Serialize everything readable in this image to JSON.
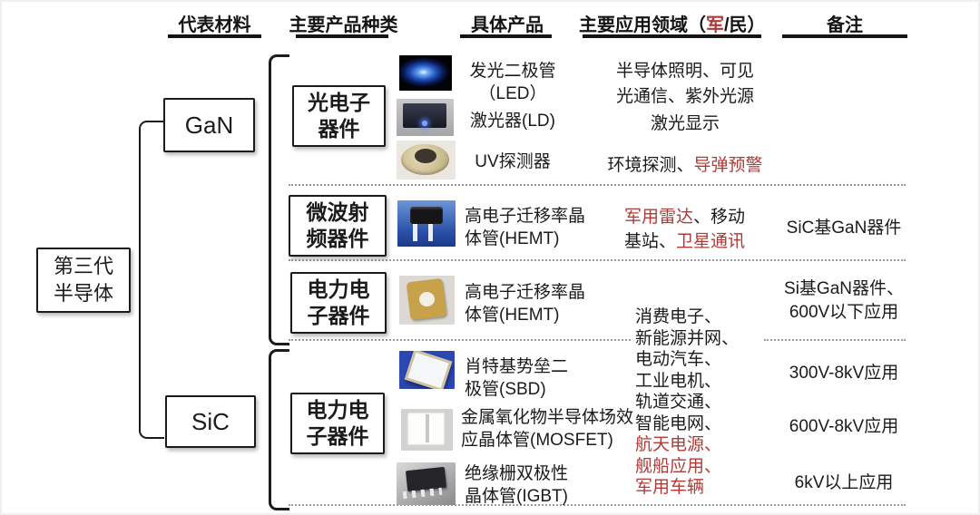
{
  "colors": {
    "military_red": "#b03a37",
    "text_black": "#1b1b1b",
    "dotted_line_gray": "#9a9a9a"
  },
  "header": {
    "material": "代表材料",
    "product_type": "主要产品种类",
    "product": "具体产品",
    "application_prefix": "主要应用领域（",
    "application_military": "军",
    "application_suffix": "/民）",
    "notes": "备注"
  },
  "root": {
    "line1": "第三代",
    "line2": "半导体"
  },
  "materials": {
    "gan": "GaN",
    "sic": "SiC"
  },
  "categories": {
    "opto": {
      "line1": "光电子",
      "line2": "器件"
    },
    "rf": {
      "line1": "微波射",
      "line2": "频器件"
    },
    "power_gan": {
      "line1": "电力电",
      "line2": "子器件"
    },
    "power_sic": {
      "line1": "电力电",
      "line2": "子器件"
    }
  },
  "products": {
    "led": {
      "line1": "发光二极管",
      "line2": "（LED）"
    },
    "ld": {
      "line1": "激光器(LD)"
    },
    "uv": {
      "line1": "UV探测器"
    },
    "hemt_rf": {
      "line1": "高电子迁移率晶",
      "line2": "体管(HEMT)"
    },
    "hemt_power": {
      "line1": "高电子迁移率晶",
      "line2": "体管(HEMT)"
    },
    "sbd": {
      "line1": "肖特基势垒二",
      "line2": "极管(SBD)"
    },
    "mosfet": {
      "line1": "金属氧化物半导体场效",
      "line2": "应晶体管(MOSFET)"
    },
    "igbt": {
      "line1": "绝缘栅双极性",
      "line2": "晶体管(IGBT)"
    }
  },
  "applications": {
    "led": {
      "line1": "半导体照明、可见",
      "line2": "光通信、紫外光源"
    },
    "ld": "激光显示",
    "uv_civil": "环境探测、",
    "uv_military": "导弹预警",
    "rf_military_1": "军用雷达",
    "rf_civil_1": "、移动",
    "rf_civil_2": "基站、",
    "rf_military_2": "卫星通讯",
    "power_civil": [
      "消费电子、",
      "新能源并网、",
      "电动汽车、",
      "工业电机、",
      "轨道交通、",
      "智能电网、"
    ],
    "power_military": [
      "航天电源、",
      "舰船应用、",
      "军用车辆"
    ]
  },
  "remarks": {
    "rf": "SiC基GaN器件",
    "power_gan": {
      "line1": "Si基GaN器件、",
      "line2": "600V以下应用"
    },
    "sbd": "300V-8kV应用",
    "mosfet": "600V-8kV应用",
    "igbt": "6kV以上应用"
  },
  "images": {
    "led": "led-blue-glow-photo",
    "ld": "laser-device-photo",
    "uv": "uv-detector-disc-photo",
    "hemt_rf": "rf-transistor-photo",
    "hemt_power": "gold-power-package-photo",
    "sbd": "sbd-chip-photo",
    "mosfet": "mosfet-die-photo",
    "igbt": "igbt-module-photo"
  }
}
